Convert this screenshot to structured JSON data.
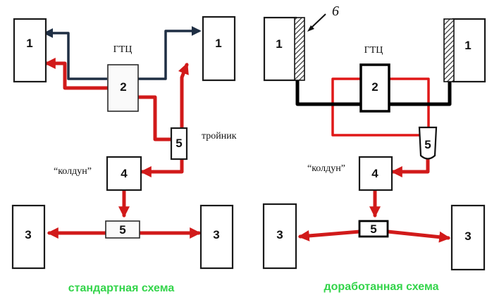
{
  "colors": {
    "caption_green": "#33d44a",
    "line_red": "#d11a1a",
    "line_dark": "#1f2f44",
    "hatch": "#333333"
  },
  "left": {
    "wheel_front_left": "1",
    "wheel_front_right": "1",
    "master_cylinder": "2",
    "master_cylinder_label": "ГТЦ",
    "tee_upper": "5",
    "tee_label": "тройник",
    "regulator": "4",
    "regulator_label": "“колдун”",
    "tee_lower": "5",
    "wheel_rear_left": "3",
    "wheel_rear_right": "3",
    "caption": "стандартная схема"
  },
  "right": {
    "wheel_front_left": "1",
    "wheel_front_right": "1",
    "pointer_label": "6",
    "master_cylinder": "2",
    "master_cylinder_label": "ГТЦ",
    "tee_upper": "5",
    "regulator": "4",
    "regulator_label": "“колдун”",
    "tee_lower": "5",
    "wheel_rear_left": "3",
    "wheel_rear_right": "3",
    "caption": "доработанная схема"
  }
}
